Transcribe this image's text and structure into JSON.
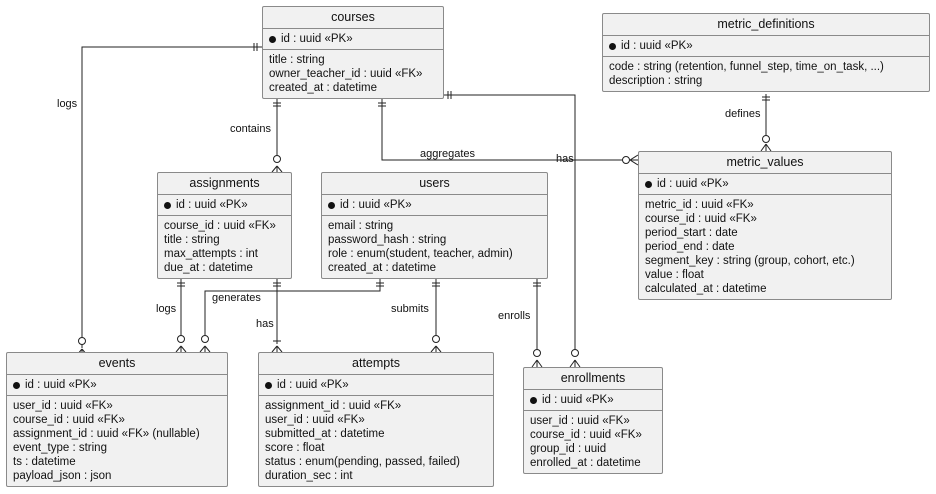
{
  "entities": {
    "courses": {
      "title": "courses",
      "pk": "id : uuid «PK»",
      "fields": [
        "title : string",
        "owner_teacher_id : uuid «FK»",
        "created_at : datetime"
      ]
    },
    "metric_definitions": {
      "title": "metric_definitions",
      "pk": "id : uuid «PK»",
      "fields": [
        "code : string (retention, funnel_step, time_on_task, ...)",
        "description : string"
      ]
    },
    "assignments": {
      "title": "assignments",
      "pk": "id : uuid «PK»",
      "fields": [
        "course_id : uuid «FK»",
        "title : string",
        "max_attempts : int",
        "due_at : datetime"
      ]
    },
    "users": {
      "title": "users",
      "pk": "id : uuid «PK»",
      "fields": [
        "email : string",
        "password_hash : string",
        "role : enum(student, teacher, admin)",
        "created_at : datetime"
      ]
    },
    "metric_values": {
      "title": "metric_values",
      "pk": "id : uuid «PK»",
      "fields": [
        "metric_id : uuid «FK»",
        "course_id : uuid «FK»",
        "period_start : date",
        "period_end : date",
        "segment_key : string (group, cohort, etc.)",
        "value : float",
        "calculated_at : datetime"
      ]
    },
    "events": {
      "title": "events",
      "pk": "id : uuid «PK»",
      "fields": [
        "user_id : uuid «FK»",
        "course_id : uuid «FK»",
        "assignment_id : uuid «FK» (nullable)",
        "event_type : string",
        "ts : datetime",
        "payload_json : json"
      ]
    },
    "attempts": {
      "title": "attempts",
      "pk": "id : uuid «PK»",
      "fields": [
        "assignment_id : uuid «FK»",
        "user_id : uuid «FK»",
        "submitted_at : datetime",
        "score : float",
        "status : enum(pending, passed, failed)",
        "duration_sec : int"
      ]
    },
    "enrollments": {
      "title": "enrollments",
      "pk": "id : uuid «PK»",
      "fields": [
        "user_id : uuid «FK»",
        "course_id : uuid «FK»",
        "group_id : uuid",
        "enrolled_at : datetime"
      ]
    }
  },
  "relations": {
    "logs_course": "logs",
    "contains": "contains",
    "aggregates": "aggregates",
    "has_metric": "has",
    "defines": "defines",
    "logs_assignment": "logs",
    "generates": "generates",
    "has_attempt": "has",
    "submits": "submits",
    "enrolls": "enrolls"
  }
}
